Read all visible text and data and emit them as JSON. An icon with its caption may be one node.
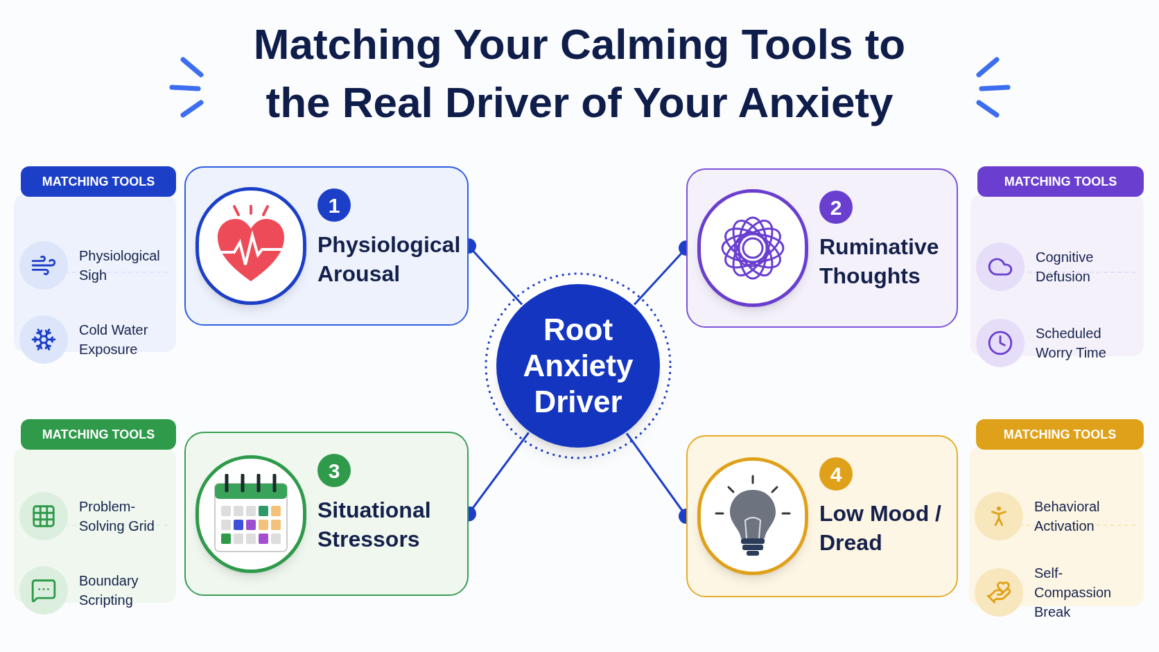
{
  "diagram": {
    "title": "Matching Your Calming Tools to the **Real Driver** of Your Anxiety",
    "nodes": [
      {
        "text": [
          "MATCHING TOOLS"
        ]
      },
      {
        "text": [
          "Physiological Sigh"
        ],
        "in": 0
      },
      {
        "text": [
          "Cold Water Exposure"
        ],
        "in": 0
      },
      {
        "text": [
          "1",
          "Physiological Arousal"
        ]
      },
      {
        "text": [
          "2",
          "Ruminative Thoughts"
        ]
      },
      {
        "text": [
          "MATCHING TOOLS"
        ]
      },
      {
        "text": [
          "Cognitive Defusion"
        ],
        "in": 5
      },
      {
        "text": [
          "Scheduled Worry Time"
        ],
        "in": 5
      },
      {
        "text": [
          "Root Anxiety Driver"
        ]
      },
      {
        "text": [
          "MATCHING TOOLS"
        ]
      },
      {
        "text": [
          "Problem-Solving Grid"
        ],
        "in": 9
      },
      {
        "text": [
          "Boundary Scripting"
        ],
        "in": 9
      },
      {
        "text": [
          "3",
          "Situational Stressors"
        ]
      },
      {
        "text": [
          "4",
          "Low Mood / Dread"
        ]
      },
      {
        "text": [
          "MATCHING TOOLS"
        ]
      },
      {
        "text": [
          "Behavioral Activation"
        ],
        "in": 14
      },
      {
        "text": [
          "Self-Compassion Break"
        ],
        "in": 14
      }
    ],
    "edges": [
      {
        "from": 8,
        "to": 3,
        "arrow": "other"
      },
      {
        "from": 8,
        "to": 4,
        "arrow": "other"
      },
      {
        "from": 8,
        "to": 12,
        "arrow": "other"
      },
      {
        "from": 8,
        "to": 13,
        "arrow": "other"
      }
    ]
  }
}
